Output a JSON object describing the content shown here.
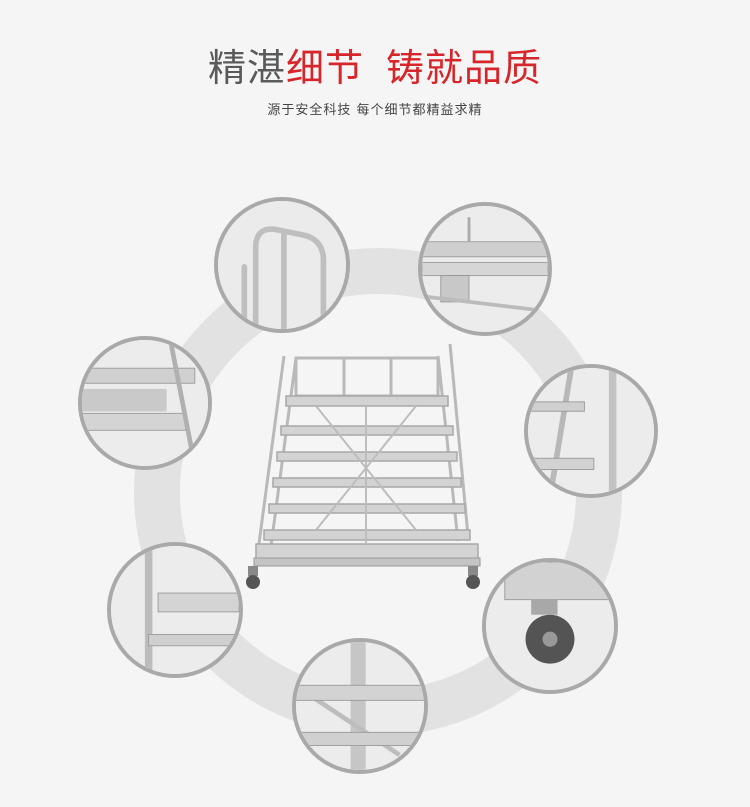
{
  "header": {
    "title_part1": "精湛",
    "title_part2": "细节",
    "title_part3": "铸就品质",
    "subtitle": "源于安全科技  每个细节都精益求精"
  },
  "colors": {
    "accent": "#d6262b",
    "title_gray": "#5a5a5a",
    "ring": "#e2e2e2",
    "detail_border": "#a9a9a9",
    "background": "#f5f5f5"
  },
  "details": [
    {
      "subject": "handrail-top"
    },
    {
      "subject": "platform-frame"
    },
    {
      "subject": "step-left"
    },
    {
      "subject": "step-right"
    },
    {
      "subject": "frame-corner"
    },
    {
      "subject": "caster-wheel"
    },
    {
      "subject": "step-bottom"
    }
  ]
}
